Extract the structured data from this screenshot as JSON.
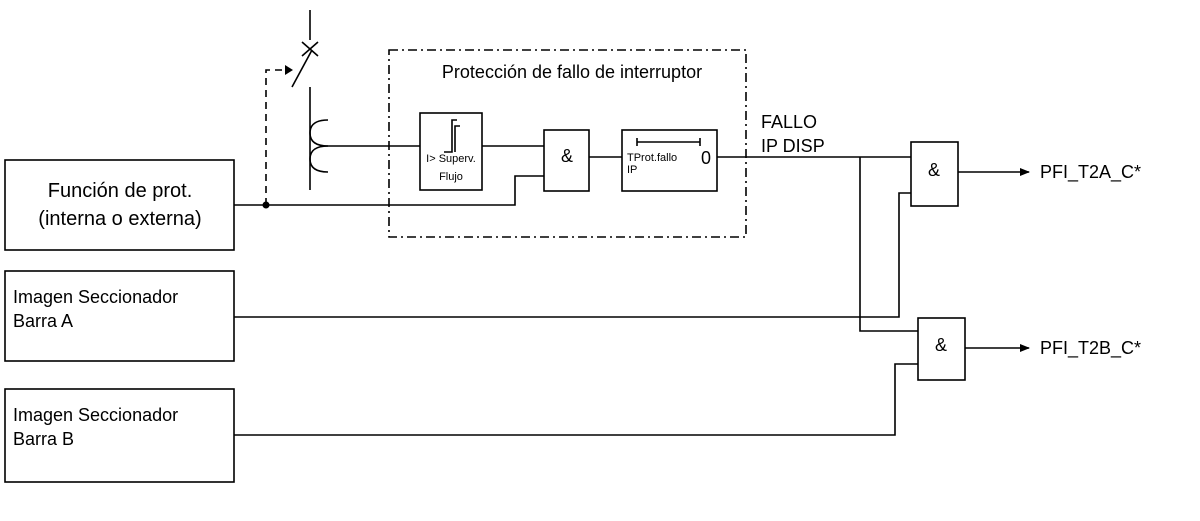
{
  "blocks": {
    "prot_function": {
      "line1": "Función de prot.",
      "line2": "(interna o externa)"
    },
    "busbar_a": {
      "line1": "Imagen Seccionador",
      "line2": "Barra A"
    },
    "busbar_b": {
      "line1": "Imagen Seccionador",
      "line2": "Barra B"
    }
  },
  "bf_protection": {
    "title": "Protección de fallo de interruptor",
    "current_supervision": {
      "line1": "I> Superv.",
      "line2": "Flujo"
    },
    "and_symbol": "&",
    "timer": {
      "line1": "TProt.fallo",
      "line2": "IP",
      "output": "0"
    }
  },
  "signal": {
    "line1": "FALLO",
    "line2": "IP DISP"
  },
  "gates": {
    "and_a": "&",
    "and_b": "&"
  },
  "outputs": {
    "a": "PFI_T2A_C*",
    "b": "PFI_T2B_C*"
  }
}
